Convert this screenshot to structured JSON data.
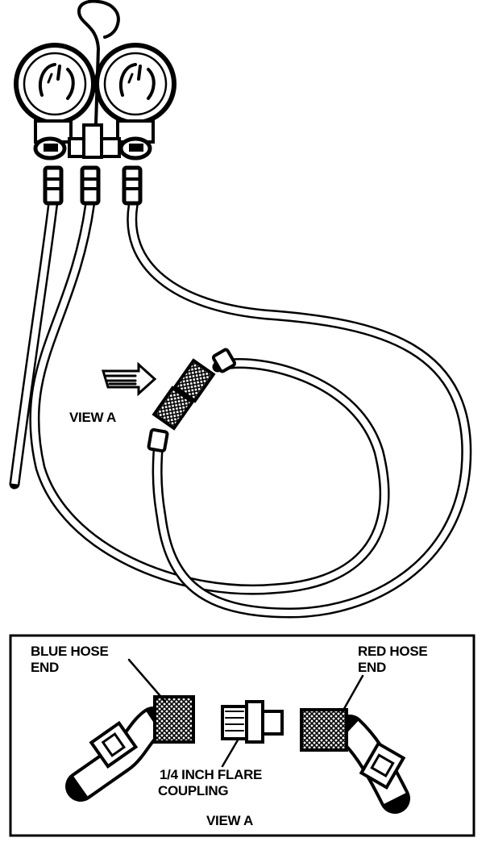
{
  "main_figure": {
    "view_label": "VIEW A"
  },
  "detail": {
    "blue_hose_end": {
      "line1": "BLUE HOSE",
      "line2": "END"
    },
    "red_hose_end": {
      "line1": "RED HOSE",
      "line2": "END"
    },
    "coupling": {
      "line1": "1/4 INCH FLARE",
      "line2": "COUPLING"
    },
    "view_caption": "VIEW A"
  },
  "colors": {
    "ink": "#000000",
    "paper": "#ffffff"
  }
}
